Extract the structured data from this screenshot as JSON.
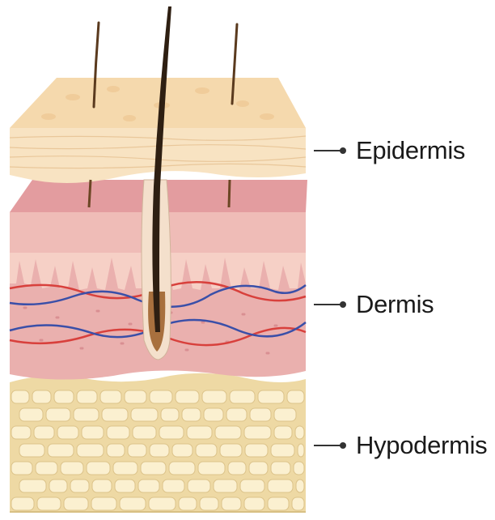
{
  "labels": {
    "epidermis": "Epidermis",
    "dermis": "Dermis",
    "hypodermis": "Hypodermis"
  },
  "colors": {
    "epidermis_top": "#f7dcb3",
    "epidermis_front": "#f8e3c2",
    "dermis_top": "#e7a4a6",
    "dermis_front": "#eab0ae",
    "papillae": "#f6d0c6",
    "hypodermis_fill": "#eed9a4",
    "fat_cell": "#fbf0d0",
    "hair": "#3a2818",
    "hair_bulb": "#a8703e",
    "artery": "#d8403c",
    "vein": "#3a4fa8",
    "leader_line": "#333333",
    "label_text": "#1a1a1a"
  },
  "icons": {
    "callout_marker": "dot-on-line"
  }
}
